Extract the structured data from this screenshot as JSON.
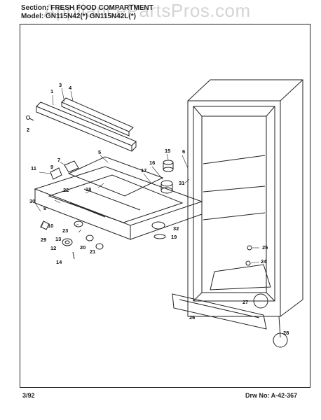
{
  "header": {
    "section_line": "Section: FRESH FOOD COMPARTMENT",
    "model_line": "Model: GN115N42(*) GN115N42L(*)"
  },
  "watermark": "AppliancePartsPros.com",
  "footer": {
    "date": "3/92",
    "drawing_number": "Drw No: A-42-367"
  },
  "callouts": [
    "1",
    "2",
    "3",
    "4",
    "5",
    "6",
    "7",
    "8",
    "9",
    "10",
    "11",
    "12",
    "13",
    "14",
    "15",
    "16",
    "17",
    "18",
    "19",
    "20",
    "21",
    "22",
    "23",
    "24",
    "25",
    "26",
    "27",
    "28",
    "29",
    "30",
    "31",
    "32"
  ]
}
